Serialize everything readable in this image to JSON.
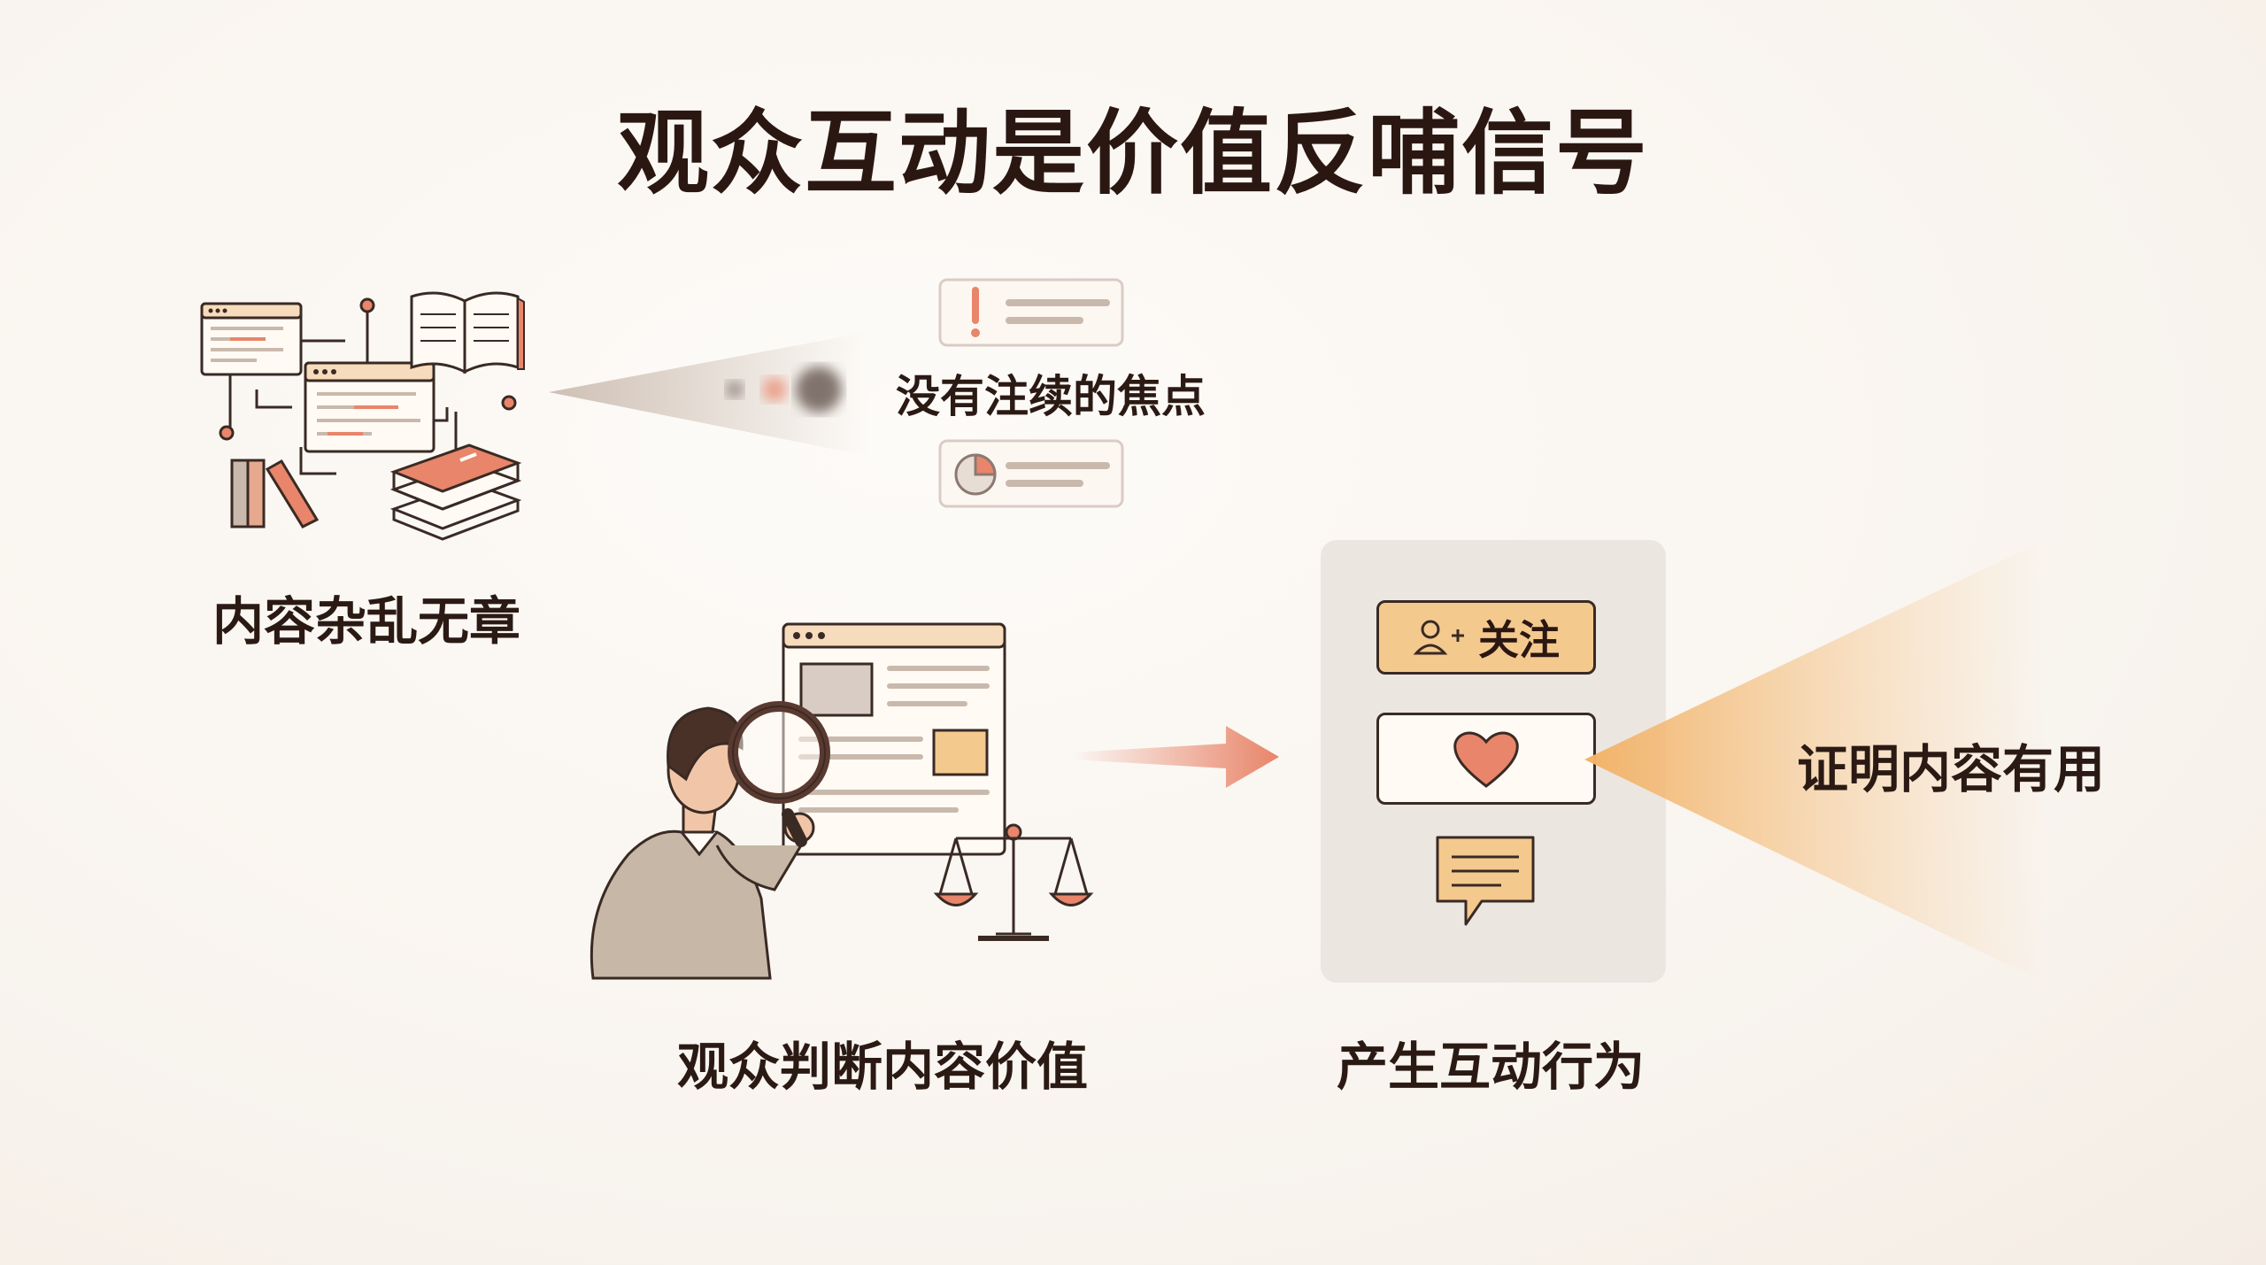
{
  "title": "观众互动是价值反哺信号",
  "nodes": {
    "cluttered": "内容杂乱无章",
    "no_focus": "没有注续的焦点",
    "judge": "观众判断内容价值",
    "interact": "产生互动行为",
    "proof": "证明内容有用"
  },
  "buttons": {
    "follow": "关注"
  },
  "colors": {
    "accent_orange": "#e8856a",
    "accent_yellow": "#f4c98e",
    "dark_text": "#2b1712",
    "panel_bg": "#ece6e1"
  },
  "icons": [
    "browser-window-icon",
    "open-book-icon",
    "books-icon",
    "pushpin-icon",
    "alert-card-icon",
    "pie-chart-card-icon",
    "magnifier-icon",
    "scale-icon",
    "person-icon",
    "user-plus-icon",
    "heart-icon",
    "comment-icon",
    "arrow-icon"
  ]
}
